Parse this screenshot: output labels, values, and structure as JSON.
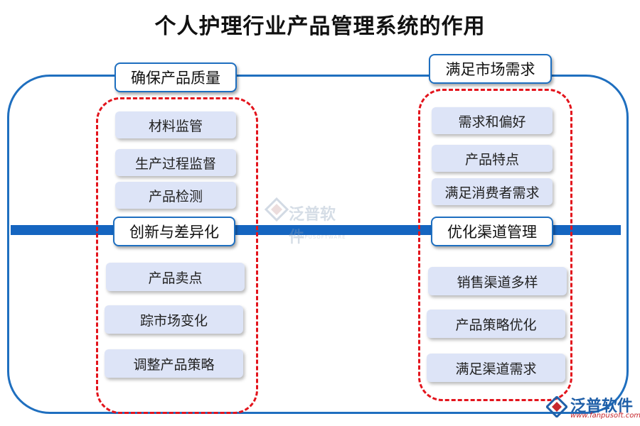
{
  "title": "个人护理行业产品管理系统的作用",
  "sections": {
    "quality": {
      "label": "确保产品质量",
      "items": [
        "材料监管",
        "生产过程监督",
        "产品检测"
      ]
    },
    "market": {
      "label": "满足市场需求",
      "items": [
        "需求和偏好",
        "产品特点",
        "满足消费者需求"
      ]
    },
    "innovation": {
      "label": "创新与差异化",
      "items": [
        "产品卖点",
        "踪市场变化",
        "调整产品策略"
      ]
    },
    "channel": {
      "label": "优化渠道管理",
      "items": [
        "销售渠道多样",
        "产品策略优化",
        "满足渠道需求"
      ]
    }
  },
  "watermark": {
    "brand": "泛普软件",
    "sub": "FANPUSOFTWARE"
  },
  "logo": {
    "brand": "泛普软件",
    "url": "www.fanpusoft.com"
  },
  "colors": {
    "frame": "#1f6fbf",
    "axis": "#1565c0",
    "dash": "#e3141c",
    "item_bg": "#dde4f7"
  }
}
